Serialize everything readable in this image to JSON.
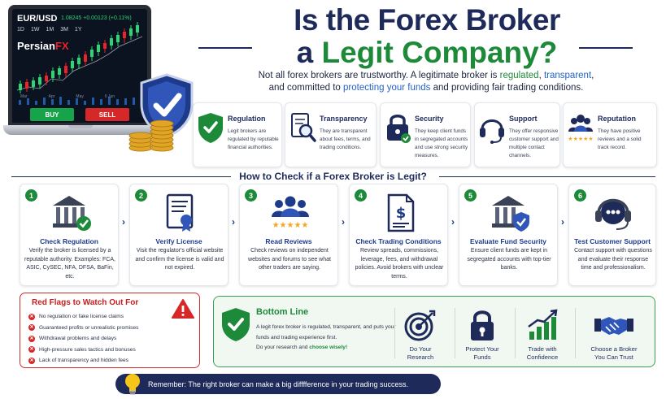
{
  "laptop": {
    "pair": "EUR/USD",
    "quote": "1.08245  +0.00123 (+0.11%)",
    "timeframes": [
      "1D",
      "1W",
      "1M",
      "3M",
      "1Y"
    ],
    "brand_text": "Persian",
    "brand_accent": "FX",
    "months": [
      "Mar",
      "Apr",
      "May",
      "6 Jun"
    ],
    "buy_label": "BUY",
    "sell_label": "SELL"
  },
  "title": {
    "line1": "Is the Forex Broker",
    "line2_prefix": "a ",
    "line2_accent": "Legit Company?"
  },
  "subtitle": {
    "part1": "Not all forex brokers are trustworthy. A legitimate broker is ",
    "regulated": "regulated",
    "comma": ", ",
    "transparent": "transparent",
    "part2": ",",
    "part3": "and committed to ",
    "protect": "protecting your funds",
    "part4": " and providing fair trading conditions."
  },
  "qualities": [
    {
      "title": "Regulation",
      "desc": "Legit brokers are regulated by reputable financial authorities.",
      "icon": "shield-check-icon"
    },
    {
      "title": "Transparency",
      "desc": "They are transparent about fees, terms, and trading conditions.",
      "icon": "document-magnifier-icon"
    },
    {
      "title": "Security",
      "desc": "They keep client funds in segregated accounts and use strong security measures.",
      "icon": "padlock-icon"
    },
    {
      "title": "Support",
      "desc": "They offer responsive customer support and multiple contact channels.",
      "icon": "headset-icon"
    },
    {
      "title": "Reputation",
      "desc": "They have positive reviews and a solid track record.",
      "icon": "people-stars-icon"
    }
  ],
  "how_title": "How to Check if a Forex Broker is Legit?",
  "steps": [
    {
      "num": "1",
      "title": "Check Regulation",
      "desc": "Verify the broker is licensed by a reputable authority. Examples: FCA, ASIC, CySEC, NFA, DFSA, BaFin, etc.",
      "icon": "bank-check-icon"
    },
    {
      "num": "2",
      "title": "Verify License",
      "desc": "Visit the regulator's official website and confirm the license is valid and not expired.",
      "icon": "certificate-icon"
    },
    {
      "num": "3",
      "title": "Read Reviews",
      "desc": "Check reviews on independent websites and forums to see what other traders are saying.",
      "icon": "reviews-icon"
    },
    {
      "num": "4",
      "title": "Check Trading Conditions",
      "desc": "Review spreads, commissions, leverage, fees, and withdrawal policies. Avoid brokers with unclear terms.",
      "icon": "dollar-document-icon"
    },
    {
      "num": "5",
      "title": "Evaluate Fund Security",
      "desc": "Ensure client funds are kept in segregated accounts with top-tier banks.",
      "icon": "bank-shield-icon"
    },
    {
      "num": "6",
      "title": "Test Customer Support",
      "desc": "Contact support with questions and evaluate their response time and professionalism.",
      "icon": "support-headset-icon"
    }
  ],
  "red_flags": {
    "title": "Red Flags to Watch Out For",
    "items": [
      "No regulation or fake license claims",
      "Guaranteed profits or unrealistic promises",
      "Withdrawal problems and delays",
      "High-pressure sales tactics and bonuses",
      "Lack of transparency and hidden fees"
    ]
  },
  "bottom_line": {
    "title": "Bottom Line",
    "desc1": "A legit forex broker is regulated, transparent, and puts your funds and trading experience first.",
    "desc2": "Do your research and ",
    "desc_accent": "choose wisely!",
    "items": [
      {
        "line1": "Do Your",
        "line2": "Research",
        "icon": "target-icon"
      },
      {
        "line1": "Protect Your",
        "line2": "Funds",
        "icon": "padlock-icon"
      },
      {
        "line1": "Trade with",
        "line2": "Confidence",
        "icon": "growth-chart-icon"
      },
      {
        "line1": "Choose a Broker",
        "line2": "You Can Trust",
        "icon": "handshake-icon"
      }
    ]
  },
  "remember": "Remember: The right broker can make a big difffference in your trading success.",
  "colors": {
    "navy": "#1e2a5a",
    "green": "#1d8a3a",
    "red": "#d62828",
    "blue": "#2563c9"
  }
}
